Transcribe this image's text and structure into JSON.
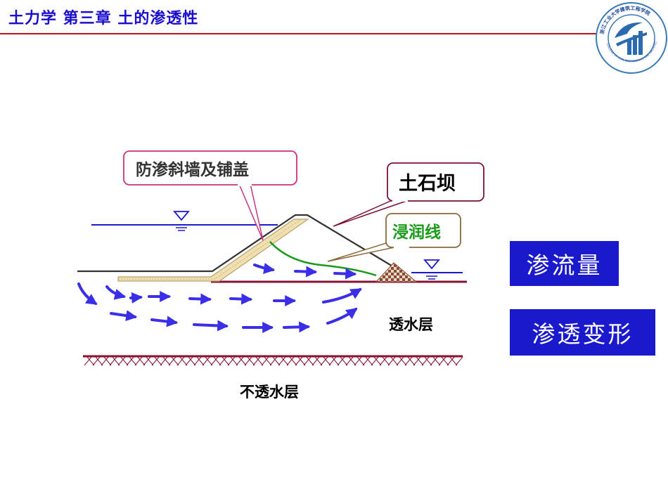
{
  "header": {
    "title": "土力学  第三章  土的渗透性",
    "title_color": "#1a0dcc",
    "rule_color": "#c0101a"
  },
  "logo": {
    "icon": "university-emblem-icon",
    "ring_text": "浙江工业大学建筑工程学院",
    "en_text": "COLLEGE OF CIVIL ENGINEERING AND ARCHITECTURE"
  },
  "diagram": {
    "callout_core_wall": "防渗斜墙及铺盖",
    "callout_dam": "土石坝",
    "callout_phreatic": "浸润线",
    "permeable_layer": "透水层",
    "impermeable_layer": "不透水层",
    "colors": {
      "water": "#1a1acc",
      "flow_arrows": "#3a2ee8",
      "phreatic": "#1a9a1a",
      "ground": "#8a1030",
      "callout_border_pink": "#c8327a",
      "callout_border_dark": "#7a1030",
      "callout_border_brown": "#8a6a3a",
      "core_wall": "#f0e0b0"
    }
  },
  "side_boxes": {
    "seepage_flow": "渗流量",
    "seepage_deformation": "渗透变形",
    "color": "#1a1acc"
  }
}
